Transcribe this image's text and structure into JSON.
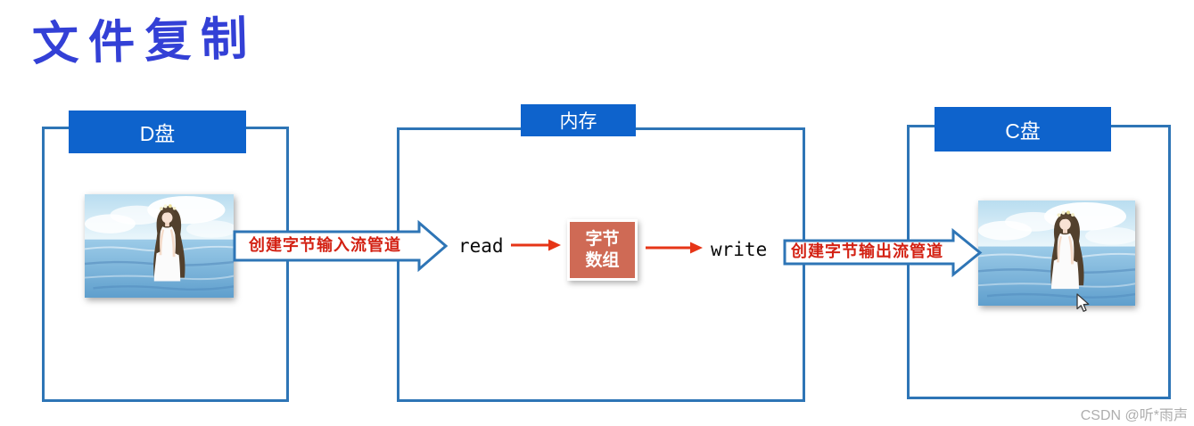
{
  "title": "文件复制",
  "watermark": "CSDN @听*雨声",
  "boxes": {
    "d_drive": {
      "label": "D盘"
    },
    "memory": {
      "label": "内存"
    },
    "c_drive": {
      "label": "C盘"
    }
  },
  "flow": {
    "input_pipe_label": "创建字节输入流管道",
    "read_label": "read",
    "byte_array_line1": "字节",
    "byte_array_line2": "数组",
    "write_label": "write",
    "output_pipe_label": "创建字节输出流管道"
  },
  "icons": {
    "photo": "girl-by-sea-photo",
    "cursor": "mouse-cursor-icon"
  },
  "colors": {
    "header_tab_blue": "#0e63cc",
    "box_border_blue": "#2e75b6",
    "pipe_label_red": "#d32113",
    "byte_box_salmon": "#cf6a55",
    "red_arrow": "#e63517",
    "title_blue": "#3340d6",
    "watermark_gray": "#aeaeae"
  }
}
